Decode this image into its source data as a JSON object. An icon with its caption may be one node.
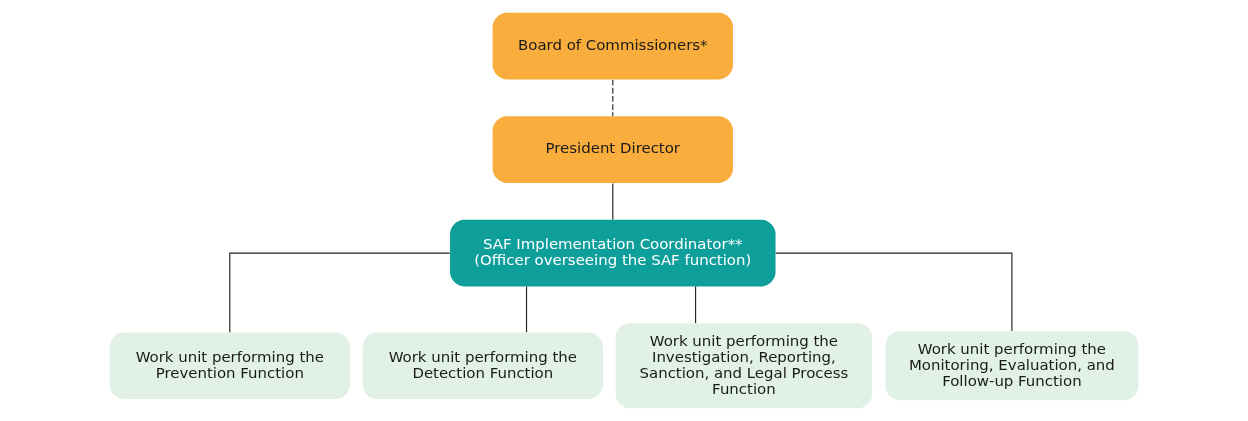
{
  "diagram": {
    "nodes": [
      {
        "text": [
          "Board of Commissioners*"
        ]
      },
      {
        "text": [
          "President Director"
        ]
      },
      {
        "text": [
          "SAF Implementation Coordinator** (Officer overseeing the SAF function)"
        ]
      },
      {
        "text": [
          "Work unit performing the Prevention Function"
        ]
      },
      {
        "text": [
          "Work unit performing the Detection Function"
        ]
      },
      {
        "text": [
          "Work unit performing the Investigation, Reporting, Sanction, and Legal Process Function"
        ]
      },
      {
        "text": [
          "Work unit performing the Monitoring, Evaluation, and Follow-up Function"
        ]
      }
    ],
    "edges": [
      {
        "from": 0,
        "to": 1,
        "arrow": "none",
        "style": "dashed"
      },
      {
        "from": 1,
        "to": 2,
        "arrow": "none"
      },
      {
        "from": 2,
        "to": 3,
        "arrow": "none"
      },
      {
        "from": 2,
        "to": 4,
        "arrow": "none"
      },
      {
        "from": 2,
        "to": 5,
        "arrow": "none"
      },
      {
        "from": 2,
        "to": 6,
        "arrow": "none"
      }
    ]
  }
}
